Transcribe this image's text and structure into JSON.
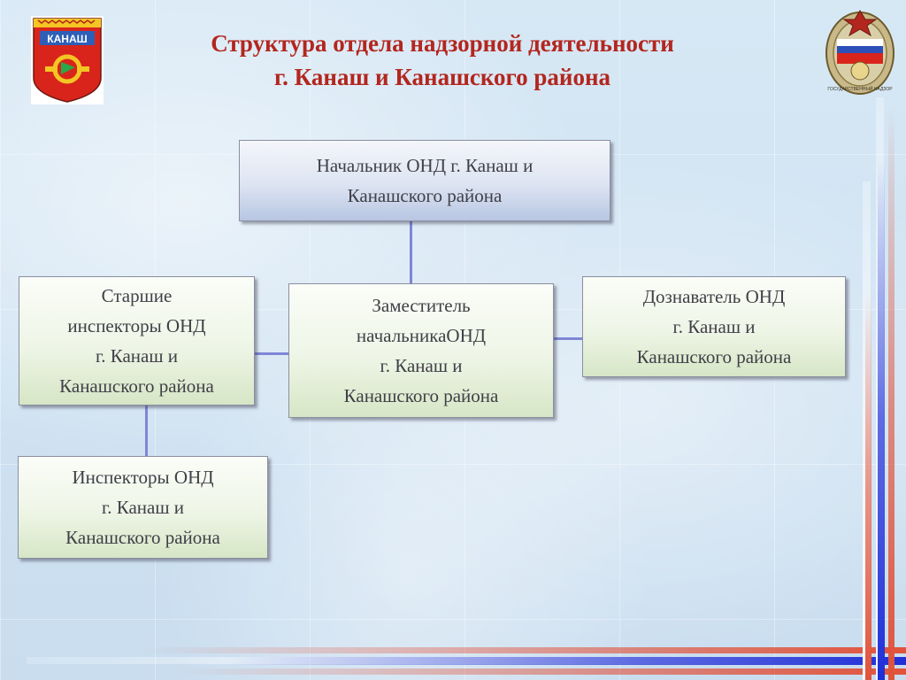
{
  "title": {
    "line1": "Структура отдела  надзорной деятельности",
    "line2": "г. Канаш и Канашского района"
  },
  "emblem_left": {
    "text": "КАНАШ",
    "icon": "kanash-coat-of-arms-icon"
  },
  "emblem_right": {
    "text": "ГОСУДАРСТВЕННЫЙ НАДЗОР",
    "icon": "state-fire-supervision-emblem-icon"
  },
  "nodes": {
    "head": {
      "lines": [
        "Начальник ОНД г. Канаш и",
        "Канашского района"
      ]
    },
    "deputy": {
      "lines": [
        "Заместитель",
        "начальникаОНД",
        "г. Канаш и",
        "Канашского района"
      ]
    },
    "senior": {
      "lines": [
        "Старшие",
        "инспекторы ОНД",
        "г. Канаш и",
        "Канашского района"
      ]
    },
    "investigator": {
      "lines": [
        "Дознаватель ОНД",
        "г. Канаш и",
        "Канашского района"
      ]
    },
    "inspectors": {
      "lines": [
        "Инспекторы ОНД",
        "г. Канаш и",
        "Канашского района"
      ]
    }
  },
  "colors": {
    "title": "#b3261e",
    "connector": "#7f86d6",
    "stripe_blue": "#1f2fd6",
    "stripe_red": "#e0533b",
    "emblem_red": "#d9241c",
    "emblem_yellow": "#f3c623"
  }
}
